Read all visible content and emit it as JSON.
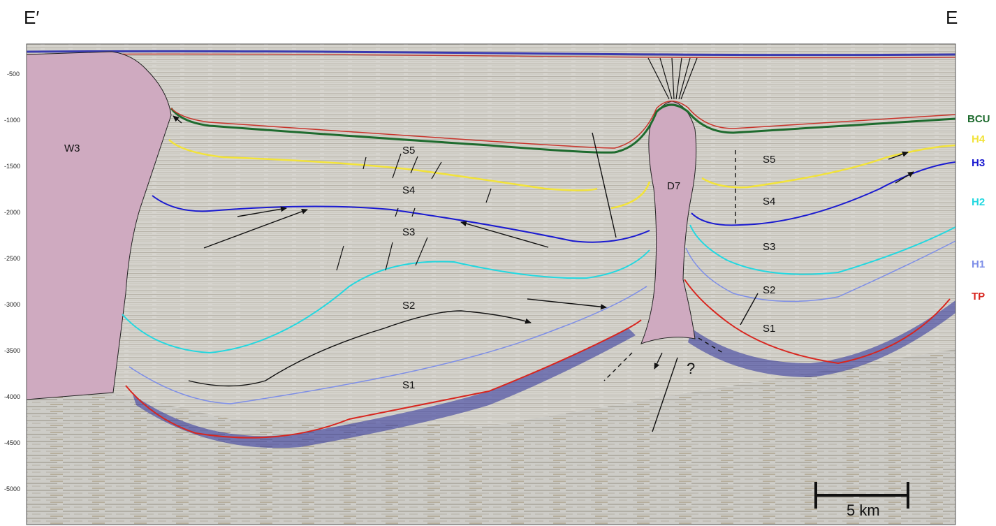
{
  "corners": {
    "left": "E′",
    "right": "E"
  },
  "depth_ticks": [
    "-500",
    "-1000",
    "-1500",
    "-2000",
    "-2500",
    "-3000",
    "-3500",
    "-4000",
    "-4500",
    "-5000"
  ],
  "bodies": {
    "left": "W3",
    "center": "D7"
  },
  "units": {
    "left": [
      "S5",
      "S4",
      "S3",
      "S2",
      "S1"
    ],
    "right": [
      "S5",
      "S4",
      "S3",
      "S2",
      "S1"
    ]
  },
  "question_mark": "?",
  "scale_bar": "5 km",
  "horizons": [
    {
      "name": "BCU",
      "color": "#1e6b2e"
    },
    {
      "name": "H4",
      "color": "#f2e33a"
    },
    {
      "name": "H3",
      "color": "#1a1ad0"
    },
    {
      "name": "H2",
      "color": "#22d8e0"
    },
    {
      "name": "H1",
      "color": "#7d8ee8"
    },
    {
      "name": "TP",
      "color": "#d8261f"
    }
  ]
}
